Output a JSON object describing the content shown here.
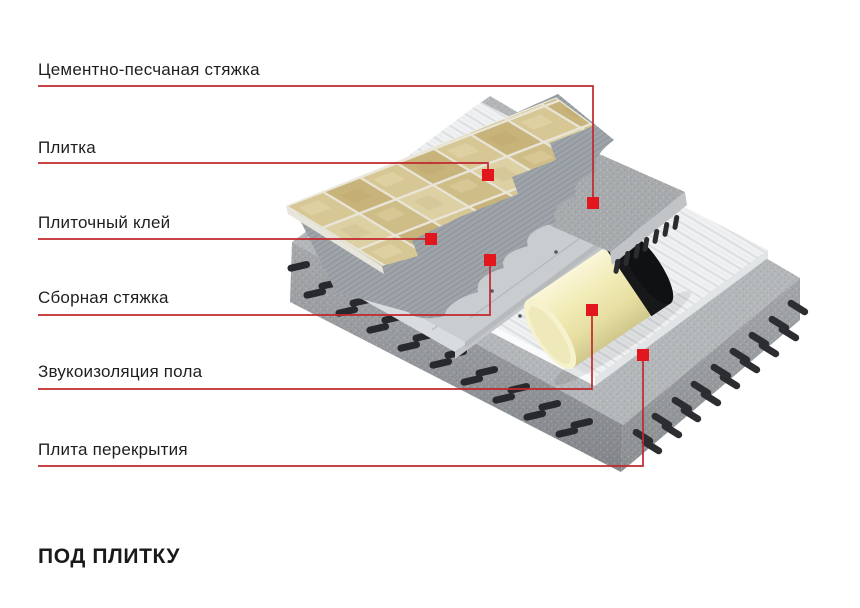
{
  "heading": {
    "text": "ПОД ПЛИТКУ"
  },
  "diagram": {
    "labels": [
      {
        "text": "Цементно-песчаная стяжка"
      },
      {
        "text": "Плитка"
      },
      {
        "text": "Плиточный клей"
      },
      {
        "text": "Сборная стяжка"
      },
      {
        "text": "Звукоизоляция пола"
      },
      {
        "text": "Плита перекрытия"
      }
    ],
    "colors": {
      "background": "#ffffff",
      "label_text": "#1f1f1f",
      "leader_line": "#c1272d",
      "marker": "#e1171d",
      "tile_beige": "#d7c795",
      "tile_grout": "#e9e5d8",
      "tile_adhesive_gray": "#9ea4a9",
      "cement_screed_gray": "#a8abad",
      "prefab_board_gray": "#c9cdd0",
      "insulation_mat_white": "#eff1f2",
      "insulation_roll_yellow": "#f2ecb8",
      "roll_backing_black": "#17181a",
      "concrete_slab_gray": "#a9acaf",
      "rebar_pin_dark": "#2b2d30"
    }
  }
}
